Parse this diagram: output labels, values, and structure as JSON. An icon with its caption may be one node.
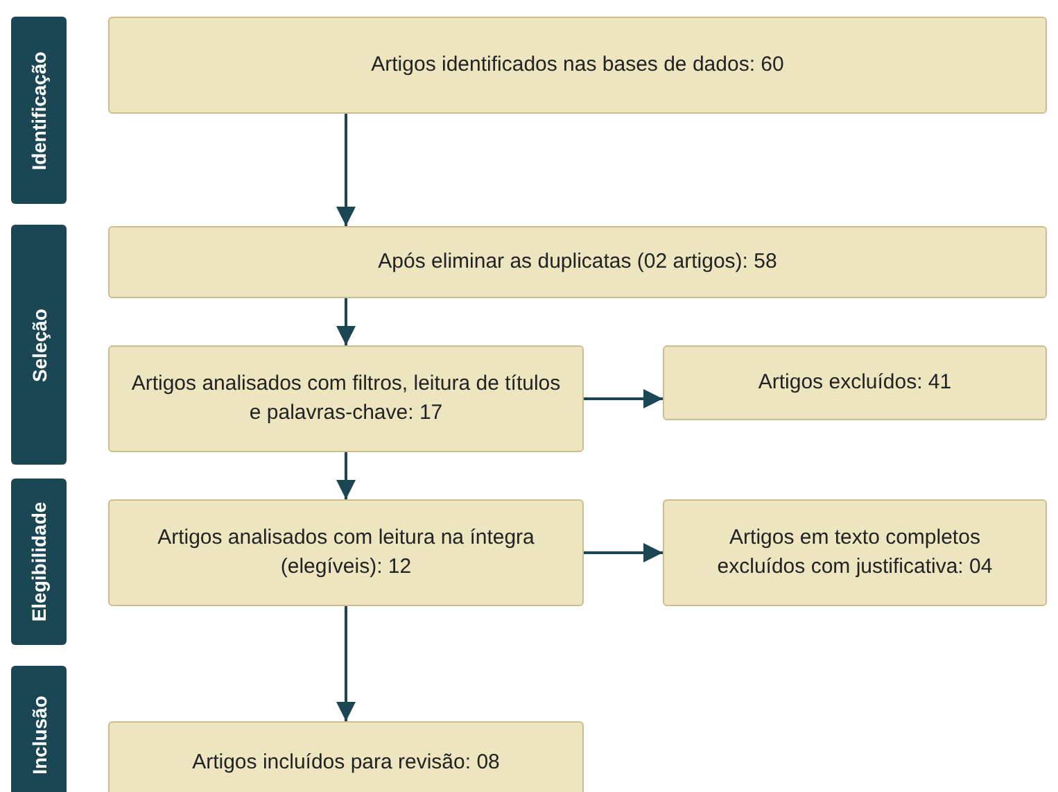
{
  "diagram": {
    "nodes": [
      {
        "text": [
          "Identificação"
        ]
      },
      {
        "text": [
          "Artigos identificados nas bases de dados: 60"
        ]
      },
      {
        "text": [
          "Seleção"
        ]
      },
      {
        "text": [
          "Após eliminar as duplicatas (02 artigos): 58"
        ]
      },
      {
        "text": [
          "Artigos analisados com filtros, leitura de títulos e palavras-chave: 17"
        ]
      },
      {
        "text": [
          "Artigos excluídos: 41"
        ]
      },
      {
        "text": [
          "Elegibilidade"
        ]
      },
      {
        "text": [
          "Artigos analisados com leitura na íntegra (elegíveis): 12"
        ]
      },
      {
        "text": [
          "Artigos em texto completos excluídos com justificativa: 04"
        ]
      },
      {
        "text": [
          "Inclusão"
        ]
      },
      {
        "text": [
          "Artigos incluídos para revisão: 08"
        ]
      }
    ],
    "edges": [
      {
        "from": 1,
        "to": 3,
        "arrow": "to"
      },
      {
        "from": 3,
        "to": 4,
        "arrow": "to"
      },
      {
        "from": 4,
        "to": 5,
        "arrow": "to"
      },
      {
        "from": 4,
        "to": 7,
        "arrow": "to"
      },
      {
        "from": 7,
        "to": 8,
        "arrow": "to"
      },
      {
        "from": 7,
        "to": 10,
        "arrow": "to"
      }
    ]
  }
}
